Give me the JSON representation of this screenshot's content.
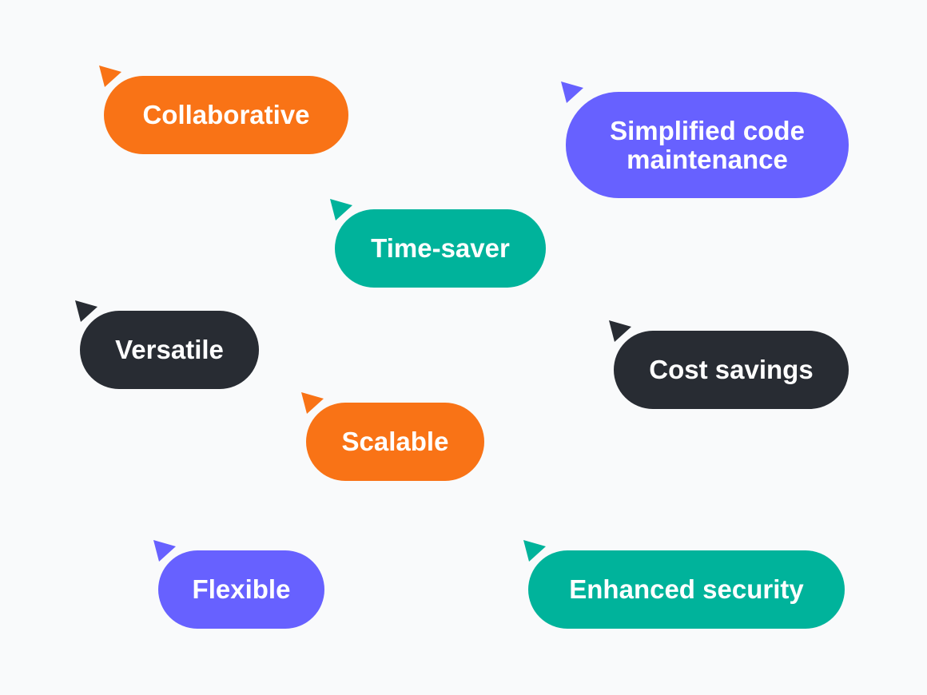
{
  "colors": {
    "orange": "#F97316",
    "purple": "#6761FF",
    "teal": "#00B39B",
    "dark": "#282C33"
  },
  "tags": [
    {
      "label": "Collaborative",
      "color": "#F97316",
      "icon": "cursor-pointer-icon"
    },
    {
      "label": "Simplified code maintenance",
      "color": "#6761FF",
      "icon": "cursor-pointer-icon"
    },
    {
      "label": "Time-saver",
      "color": "#00B39B",
      "icon": "cursor-pointer-icon"
    },
    {
      "label": "Versatile",
      "color": "#282C33",
      "icon": "cursor-pointer-icon"
    },
    {
      "label": "Cost savings",
      "color": "#282C33",
      "icon": "cursor-pointer-icon"
    },
    {
      "label": "Scalable",
      "color": "#F97316",
      "icon": "cursor-pointer-icon"
    },
    {
      "label": "Flexible",
      "color": "#6761FF",
      "icon": "cursor-pointer-icon"
    },
    {
      "label": "Enhanced security",
      "color": "#00B39B",
      "icon": "cursor-pointer-icon"
    }
  ]
}
